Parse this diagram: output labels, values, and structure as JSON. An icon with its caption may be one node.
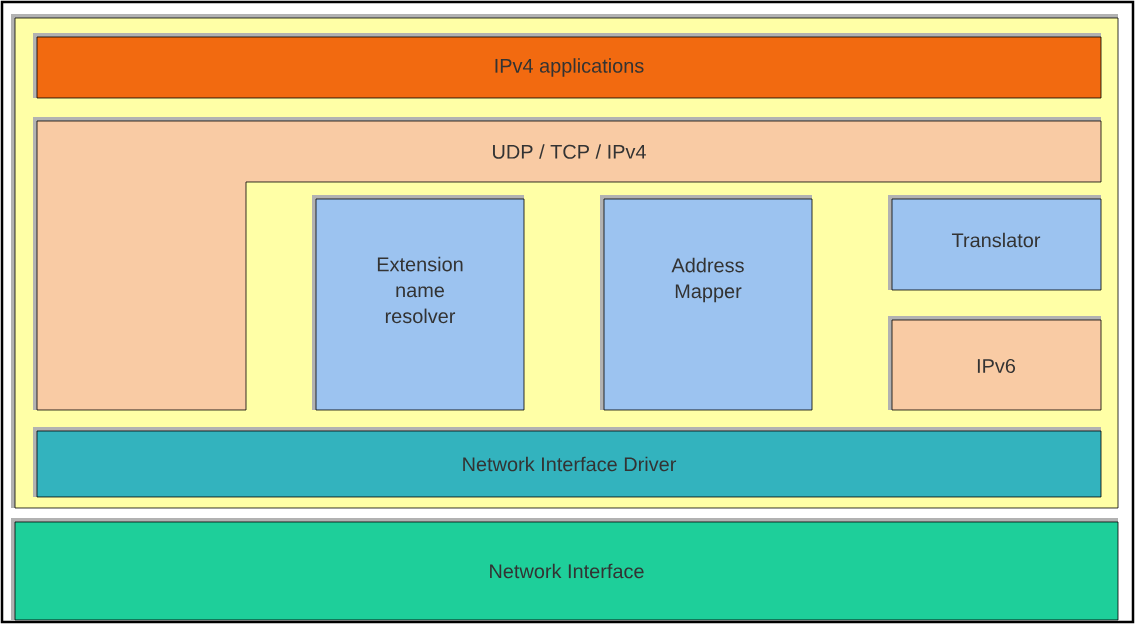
{
  "diagram": {
    "nodes": [
      {
        "text": [],
        "shape": "box"
      },
      {
        "text": [
          "IPv4 applications"
        ],
        "in": 0
      },
      {
        "text": [
          "UDP / TCP / IPv4"
        ],
        "in": 0
      },
      {
        "text": [
          "Extension name resolver"
        ],
        "in": 0
      },
      {
        "text": [
          "Address Mapper"
        ],
        "in": 0
      },
      {
        "text": [
          "Translator"
        ],
        "in": 0
      },
      {
        "text": [
          "IPv6"
        ],
        "in": 0
      },
      {
        "text": [
          "Network Interface Driver"
        ],
        "in": 0
      },
      {
        "text": [
          "Network Interface"
        ]
      }
    ]
  }
}
